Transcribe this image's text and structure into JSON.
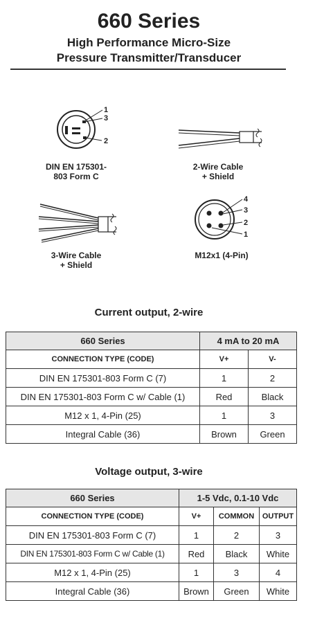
{
  "header": {
    "title": "660 Series",
    "subtitle_line1": "High Performance Micro-Size",
    "subtitle_line2": "Pressure Transmitter/Transducer"
  },
  "connectors": [
    {
      "caption_line1": "DIN EN 175301-",
      "caption_line2": "803 Form C",
      "pins": [
        "1",
        "3",
        "2"
      ]
    },
    {
      "caption_line1": "2-Wire Cable",
      "caption_line2": "+ Shield"
    },
    {
      "caption_line1": "3-Wire Cable",
      "caption_line2": "+ Shield"
    },
    {
      "caption_line1": "M12x1 (4-Pin)",
      "pins": [
        "4",
        "3",
        "2",
        "1"
      ]
    }
  ],
  "current_table": {
    "section_title": "Current output, 2-wire",
    "series_label": "660 Series",
    "range_label": "4 mA to 20 mA",
    "columns": [
      "CONNECTION TYPE (CODE)",
      "V+",
      "V-"
    ],
    "rows": [
      [
        "DIN EN 175301-803 Form C (7)",
        "1",
        "2"
      ],
      [
        "DIN EN 175301-803 Form C w/ Cable (1)",
        "Red",
        "Black"
      ],
      [
        "M12 x 1, 4-Pin (25)",
        "1",
        "3"
      ],
      [
        "Integral Cable (36)",
        "Brown",
        "Green"
      ]
    ]
  },
  "voltage_table": {
    "section_title": "Voltage output, 3-wire",
    "series_label": "660 Series",
    "range_label": "1-5 Vdc, 0.1-10 Vdc",
    "columns": [
      "CONNECTION TYPE (CODE)",
      "V+",
      "COMMON",
      "OUTPUT"
    ],
    "rows": [
      [
        "DIN EN 175301-803 Form C (7)",
        "1",
        "2",
        "3"
      ],
      [
        "DIN EN 175301-803 Form C w/ Cable (1)",
        "Red",
        "Black",
        "White"
      ],
      [
        "M12 x 1, 4-Pin (25)",
        "1",
        "3",
        "4"
      ],
      [
        "Integral Cable (36)",
        "Brown",
        "Green",
        "White"
      ]
    ]
  }
}
